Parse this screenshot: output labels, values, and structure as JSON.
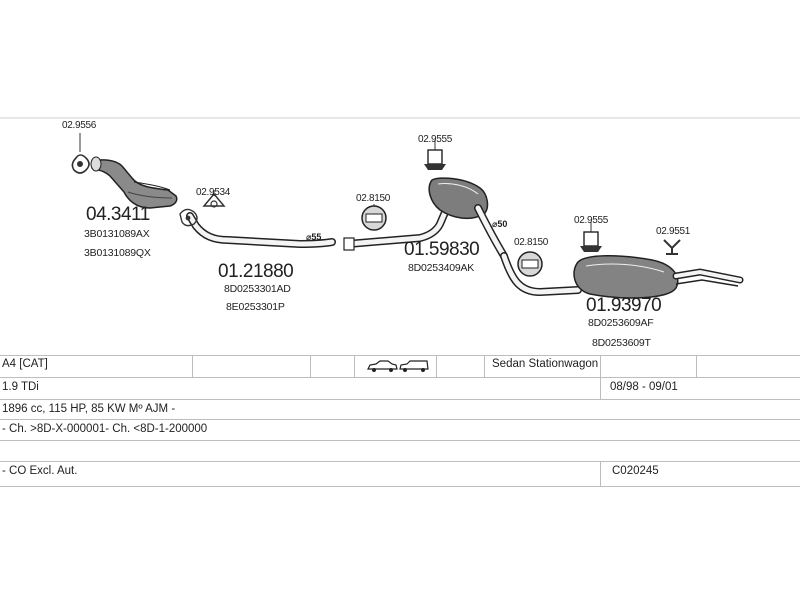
{
  "parts": {
    "p1_small": "02.9556",
    "p1_main": "04.3411",
    "p1_ref1": "3B0131089AX",
    "p1_ref2": "3B0131089QX",
    "p2_small": "02.9534",
    "p2_main": "01.21880",
    "p2_ref1": "8D0253301AD",
    "p2_ref2": "8E0253301P",
    "p2_dia": "⌀55",
    "p3_small": "02.8150",
    "p3_main": "01.59830",
    "p3_ref1": "8D0253409AK",
    "p3_clamp": "02.9555",
    "p3_dia": "⌀50",
    "p4_small": "02.8150",
    "p4_clamp": "02.9555",
    "p4_hanger": "02.9551",
    "p4_main": "01.93970",
    "p4_ref1": "8D0253609AF",
    "p4_ref2": "8D0253609T"
  },
  "table": {
    "model": "A4  [CAT]",
    "body": "Sedan  Stationwagon",
    "engine": "1.9 TDi",
    "period": "08/98 - 09/01",
    "spec": "1896 cc, 115 HP, 85 KW Mº AJM -",
    "chassis": "- Ch. >8D-X-000001- Ch. <8D-1-200000",
    "notes": "- CO Excl. Aut.",
    "code": "C020245"
  }
}
